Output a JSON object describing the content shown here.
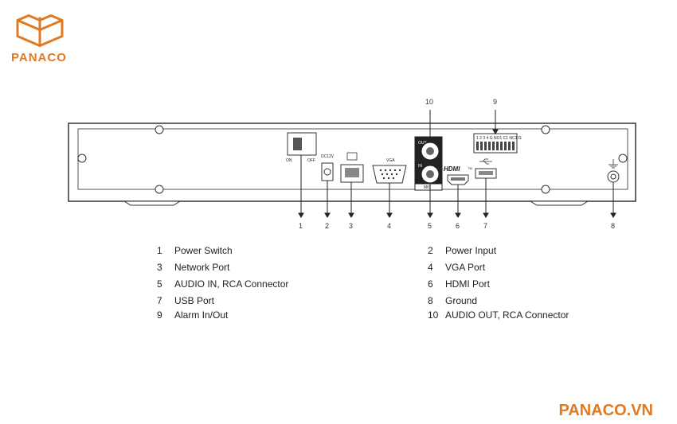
{
  "brand": {
    "name": "PANACO",
    "footer": "PANACO.VN",
    "color": "#e07a22"
  },
  "callouts": [
    "1",
    "2",
    "3",
    "4",
    "5",
    "6",
    "7",
    "8",
    "9",
    "10"
  ],
  "panel_labels": {
    "on": "ON",
    "off": "OFF",
    "dc": "DC12V",
    "vga": "VGA",
    "mic": "MIC",
    "hdmi": "HDMI",
    "tm": "TM",
    "out": "OUT",
    "in": "IN"
  },
  "legend_left": [
    {
      "num": "1",
      "text": "Power Switch"
    },
    {
      "num": "3",
      "text": "Network Port"
    },
    {
      "num": "5",
      "text": "AUDIO IN, RCA Connector"
    },
    {
      "num": "7",
      "text": "USB Port"
    },
    {
      "num": "9",
      "text": "Alarm In/Out"
    }
  ],
  "legend_right": [
    {
      "num": "2",
      "text": "Power Input"
    },
    {
      "num": "4",
      "text": "VGA Port"
    },
    {
      "num": "6",
      "text": "HDMI Port"
    },
    {
      "num": "8",
      "text": "Ground"
    },
    {
      "num": "10",
      "text": "AUDIO OUT, RCA Connector"
    }
  ]
}
